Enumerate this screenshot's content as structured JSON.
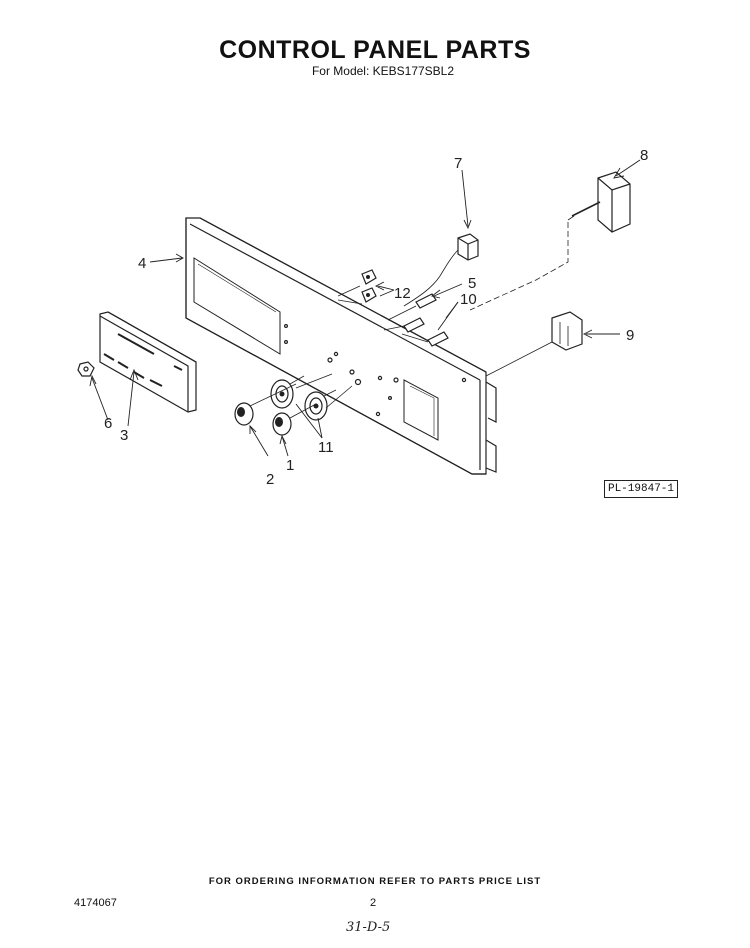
{
  "header": {
    "title": "CONTROL PANEL PARTS",
    "subtitle": "For Model: KEBS177SBL2"
  },
  "diagram": {
    "callouts": [
      "1",
      "2",
      "3",
      "4",
      "5",
      "6",
      "7",
      "8",
      "9",
      "10",
      "11",
      "12"
    ],
    "plate_number": "PL-19847-1"
  },
  "footer": {
    "ordering_note": "FOR ORDERING INFORMATION REFER TO PARTS PRICE LIST",
    "document_number": "4174067",
    "page_number": "2",
    "handwritten_note": "31-D-5"
  }
}
